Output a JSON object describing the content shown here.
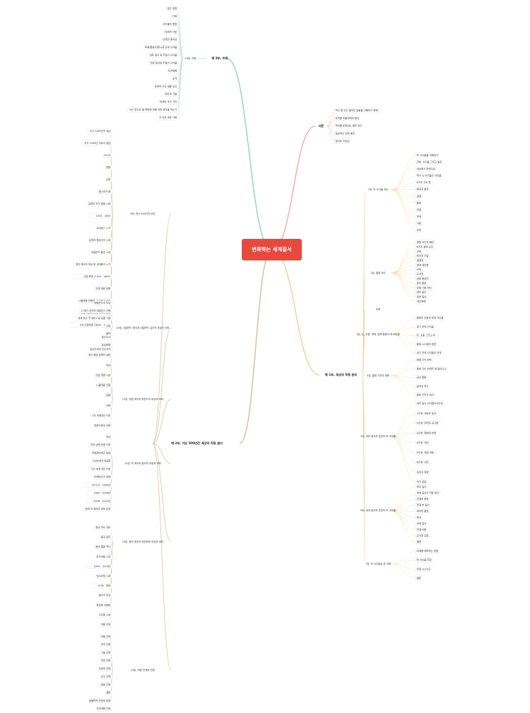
{
  "central": "변화하는 세계질서",
  "colors": {
    "center": "#e64a3f",
    "branch_intro": "#f4b6b0",
    "branch_part1": "#f6d4a6",
    "branch_part2": "#d9c5a8",
    "branch_part3": "#9ed8c8"
  },
  "part3": {
    "title": "제 3부, 미래",
    "chapters": [
      {
        "title": "14장, 미래",
        "items": [
          "접근 방법",
          "진화",
          "사이클의 종합",
          "미래의 지표",
          "단계의 움직임",
          "부채/통화/자본시장 단계 사이클",
          "내부 질서 및 무질서 사이클",
          "외부 질서와 무질서 사이클",
          "자연재해",
          "요약",
          "존재적 주요 영향 요인",
          "혁신과 기술",
          "미래의 국가 가치",
          "나는 앞으로 올 변화에 대해 어떤 생각을 하는가",
          "각 국의 세부 사항"
        ]
      }
    ]
  },
  "part2": {
    "title": "제 2부, 지난 500년간 세상의 작동 원리",
    "chapters": [
      {
        "title": "9장, 지난 500년의 요약",
        "items": [
          "서기 1500년의 세상",
          "서기 1500년 이후의 흥망",
          "아시아",
          "명왕",
          "유럽",
          "명나라의 때",
          "유럽의 초기 탐험 시대",
          "1500 - 1650",
          "르네상스 시기",
          "유럽의 중상주의 시대",
          "네덜란드 황금 시대",
          "영국 제국의 부상 및 세계화의 시기",
          "산업 혁명 (1700 - 1800)",
          "무역 해외 정책",
          "나폴레옹 전쟁과 그 이후의 세상",
          "산업 혁명과 대영 제국의 부상",
          "2차 산업혁명 (1850 - 1900)",
          "공산주의",
          "공산주의와 민주주의"
        ]
      },
      {
        "title": "10장, 네덜란드 제국과 네덜란드 길더의 부상과 쇠퇴",
        "items": [
          "네덜란드의 부상",
          "17세기 영국과 네덜란드 전쟁",
          "세계 최초 주식회사 및 금융 거래",
          "쇠퇴",
          "몰락"
        ]
      },
      {
        "title": "11장, 대영 제국과 파운드의 부상과 쇠퇴",
        "items": [
          "상업혁명",
          "영국 중앙 은행의 설립",
          "부상",
          "산업 혁명 시대",
          "나폴레옹 전쟁",
          "정점",
          "쇠퇴",
          "1차 세계대전 이후",
          "파운드화의 쇠퇴"
        ]
      },
      {
        "title": "12장, 미 제국과 달러의 부상과 쇠퇴",
        "items": [
          "부상",
          "미국 남북 전쟁 이후",
          "연방준비제도 창설",
          "1930년대 대공황",
          "2차 세계 대전 이후",
          "브레턴우즈 체제",
          "1971년 - 1980년",
          "1980 - 2008년",
          "2008 - 2020년",
          "현재 미 제국의 쇠퇴 징후"
        ]
      },
      {
        "title": "13장, 중국 제국과 위안화의 부상과 쇠퇴",
        "items": [
          "중국 역사 개요",
          "중국 왕조",
          "중국 통화 역사",
          "마오쩌둥 시대",
          "1949 - 1976년",
          "덩샤오핑 시대",
          "1978 - 현재",
          "중국의 부상",
          "위안화 국제화",
          "시진핑 시대",
          "미중 관계"
        ]
      },
      {
        "title": "14장, 미중 관계와 전쟁",
        "items": [
          "미중 관계",
          "무역 전쟁",
          "기술 전쟁",
          "자본 전쟁",
          "지정학 전쟁",
          "군사 전쟁",
          "문화 전쟁",
          "결론",
          "생물학적 전쟁과 환경",
          "자연재해 전쟁"
        ]
      }
    ]
  },
  "intro": {
    "title": "서문",
    "items": [
      "지난 몇 년간 벌어진 일들을 이해하기 위해",
      "과거를 되돌아봐야 한다",
      "역사를 반복되는 패턴 연구",
      "정상적인 미래 예측",
      "앞으로 가능성"
    ]
  },
  "part1": {
    "title": "제 1부, 세상의 작동 원리",
    "chapters": [
      {
        "title": "1장, 빅 사이클 개요",
        "items": [
          "빅 사이클을 이해하기",
          "진화, 사이클 그리고 발전",
          "상승에서 하락으로",
          "역사 속 국가들의 사이클",
          "8가지 주요 힘",
          "제국의 흥망",
          "경쟁",
          "통화",
          "전쟁",
          "부채",
          "사회",
          "요약"
        ]
      },
      {
        "title": "2장, 결정 요인",
        "items": [
          "결정 요인의 패턴",
          "8가지 결정 요인",
          "교육",
          "혁신과 기술",
          "경쟁력",
          "경제 생산량",
          "무역",
          "군사력",
          "금융 중심지",
          "준비 통화",
          "부와 기회 격차",
          "내부 질서",
          "외부 질서",
          "자연재해"
        ]
      },
      {
        "title": "부채",
        "items": []
      },
      {
        "title": "3장, 돈, 신용, 부채, 경제 활동의 빅 사이클",
        "items": [
          "통화의 신용과 부채 사이클",
          "장기 부채 사이클",
          "돈, 신용 그리고 부",
          "통화 시스템의 종류",
          "장기 부채 사이클의 단계"
        ]
      },
      {
        "title": "4장, 통화 가치의 변화",
        "items": [
          "화폐 가치 하락",
          "통화 가치 하락은 왜 일어나나",
          "금과 통화",
          "달러의 역사",
          "통화 가치의 비교"
        ]
      },
      {
        "title": "5장, 내부 질서와 혼란의 빅 사이클",
        "items": [
          "내부 질서 사이클의 6단계",
          "1단계: 새로운 질서",
          "2단계: 권력의 공고화",
          "3단계: 평화와 번영",
          "4단계: 과잉",
          "5단계: 재정 악화",
          "6단계: 내전",
          "내전과 혁명",
          "국가 분열"
        ]
      },
      {
        "title": "6장, 세계 질서와 혼란의 빅 사이클",
        "items": [
          "외부 질서",
          "세계 질서의 작동 방식",
          "전쟁의 종류",
          "전쟁 후 질서",
          "제국의 흥망",
          "외교",
          "국제 질서",
          "전쟁 비용",
          "군사력 균형",
          "결론"
        ]
      },
      {
        "title": "7장, 빅 사이클로 본 미래",
        "items": [
          "미래를 예측하는 방법",
          "빅 사이클 측정",
          "미래 시나리오",
          "결론"
        ]
      }
    ]
  }
}
